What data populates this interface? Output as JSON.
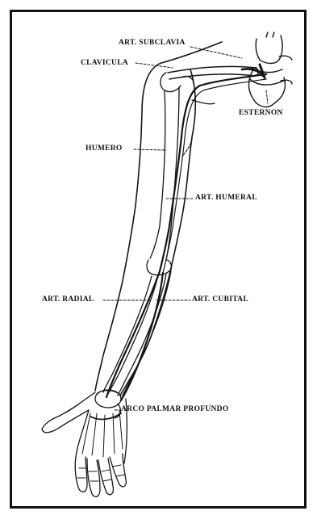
{
  "labels": {
    "art_subclavia": "ART. SUBCLAVIA",
    "clavicula": "CLAVICULA",
    "esternon": "ESTERNON",
    "humero": "HUMERO",
    "art_humeral": "ART. HUMERAL",
    "art_radial": "ART. RADIAL",
    "art_cubital": "ART. CUBITAL",
    "arco_palmar_profundo": "ARCO PALMAR PROFUNDO"
  }
}
